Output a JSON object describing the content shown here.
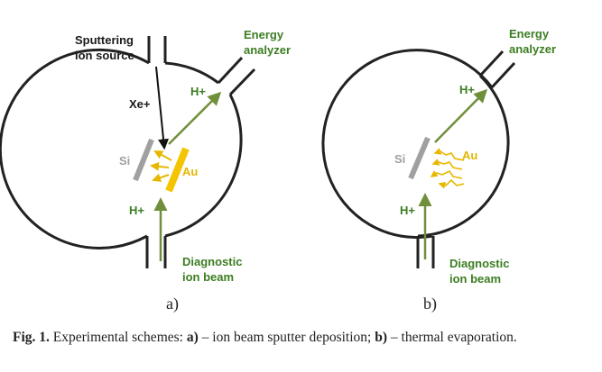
{
  "panel_a": {
    "ion_source_line1": "Sputtering",
    "ion_source_line2": "ion source",
    "energy_line1": "Energy",
    "energy_line2": "analyzer",
    "xe_ion": "Xe+",
    "h_ion_top": "H+",
    "h_ion_bottom": "H+",
    "si": "Si",
    "au": "Au",
    "diag_line1": "Diagnostic",
    "diag_line2": "ion beam",
    "sub_label": "a)"
  },
  "panel_b": {
    "energy_line1": "Energy",
    "energy_line2": "analyzer",
    "h_ion_top": "H+",
    "h_ion_bottom": "H+",
    "si": "Si",
    "au": "Au",
    "diag_line1": "Diagnostic",
    "diag_line2": "ion beam",
    "sub_label": "b)"
  },
  "caption": {
    "fig_label": "Fig. 1.",
    "text_1": " Experimental schemes: ",
    "a_ref": "a)",
    "text_2": " – ion beam sputter deposition; ",
    "b_ref": "b)",
    "text_3": " – thermal evaporation."
  },
  "colors": {
    "chamber": "#222222",
    "green": "#6f8f3a",
    "gold": "#f5c400",
    "gold_arrow": "#e8b800",
    "si_gray": "#a0a0a0",
    "xe_arrow": "#111111"
  }
}
